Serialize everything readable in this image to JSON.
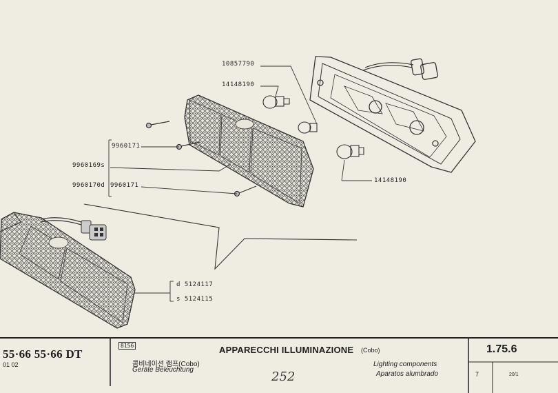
{
  "callouts": {
    "p10857790": "10857790",
    "p14148190_top": "14148190",
    "p9960171_a": "9960171",
    "p9960169s": "9960169s",
    "p9960170d": "9960170d",
    "p9960171_b": "9960171",
    "p14148190_right": "14148190",
    "d5124117": "d 5124117",
    "s5124115": "s 5124115"
  },
  "footer": {
    "models": "55·66  55·66 DT",
    "years": "01 02",
    "section_code": "8156",
    "title": "APPARECCHI ILLUMINAZIONE",
    "title_note": "(Cobo)",
    "korean": "콤비네이션 램프(Cobo)",
    "german": "Geräte Beleuchtung",
    "english": "Lighting components",
    "spanish": "Aparatos alumbrado",
    "handwritten_page": "252",
    "ref_number": "1.75.6",
    "sheet_number": "7",
    "sheet_code": "20/1"
  }
}
